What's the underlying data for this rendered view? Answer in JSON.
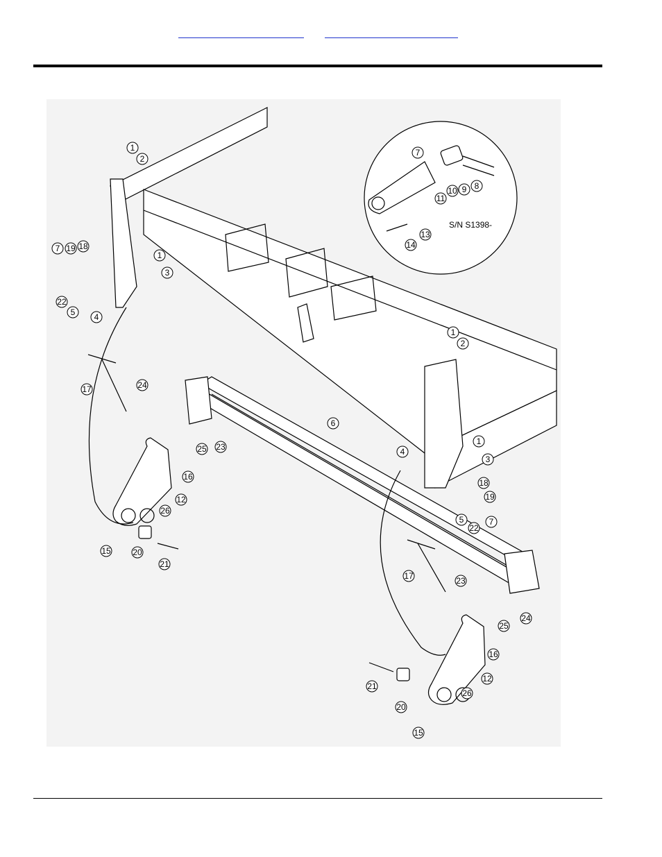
{
  "header": {
    "links": [
      "",
      ""
    ]
  },
  "diagram": {
    "serial_note": "S/N S1398-",
    "callouts": [
      {
        "id": "c1a",
        "label": "1"
      },
      {
        "id": "c2a",
        "label": "2"
      },
      {
        "id": "c7a",
        "label": "7"
      },
      {
        "id": "c19a",
        "label": "19"
      },
      {
        "id": "c18a",
        "label": "18"
      },
      {
        "id": "c1b",
        "label": "1"
      },
      {
        "id": "c3a",
        "label": "3"
      },
      {
        "id": "c22a",
        "label": "22"
      },
      {
        "id": "c5a",
        "label": "5"
      },
      {
        "id": "c4a",
        "label": "4"
      },
      {
        "id": "c17a",
        "label": "17"
      },
      {
        "id": "c24a",
        "label": "24"
      },
      {
        "id": "c6",
        "label": "6"
      },
      {
        "id": "c25a",
        "label": "25"
      },
      {
        "id": "c23a",
        "label": "23"
      },
      {
        "id": "c16a",
        "label": "16"
      },
      {
        "id": "c12a",
        "label": "12"
      },
      {
        "id": "c26a",
        "label": "26"
      },
      {
        "id": "c15a",
        "label": "15"
      },
      {
        "id": "c20a",
        "label": "20"
      },
      {
        "id": "c21a",
        "label": "21"
      },
      {
        "id": "c7b",
        "label": "7"
      },
      {
        "id": "c8",
        "label": "8"
      },
      {
        "id": "c9",
        "label": "9"
      },
      {
        "id": "c10",
        "label": "10"
      },
      {
        "id": "c11",
        "label": "11"
      },
      {
        "id": "c13",
        "label": "13"
      },
      {
        "id": "c14",
        "label": "14"
      },
      {
        "id": "c1c",
        "label": "1"
      },
      {
        "id": "c2b",
        "label": "2"
      },
      {
        "id": "c4b",
        "label": "4"
      },
      {
        "id": "c1d",
        "label": "1"
      },
      {
        "id": "c3b",
        "label": "3"
      },
      {
        "id": "c18b",
        "label": "18"
      },
      {
        "id": "c19b",
        "label": "19"
      },
      {
        "id": "c5b",
        "label": "5"
      },
      {
        "id": "c22b",
        "label": "22"
      },
      {
        "id": "c7c",
        "label": "7"
      },
      {
        "id": "c17b",
        "label": "17"
      },
      {
        "id": "c23b",
        "label": "23"
      },
      {
        "id": "c24b",
        "label": "24"
      },
      {
        "id": "c25b",
        "label": "25"
      },
      {
        "id": "c16b",
        "label": "16"
      },
      {
        "id": "c12b",
        "label": "12"
      },
      {
        "id": "c21b",
        "label": "21"
      },
      {
        "id": "c20b",
        "label": "20"
      },
      {
        "id": "c26b",
        "label": "26"
      },
      {
        "id": "c15b",
        "label": "15"
      }
    ]
  }
}
